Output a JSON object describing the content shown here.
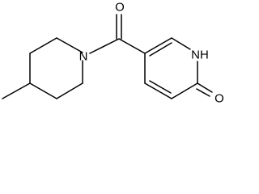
{
  "molecule": {
    "atoms": {
      "carbonyl_oxygen": "O",
      "amide_nitrogen": "N",
      "ring_nitrogen_h": "NH",
      "lactam_oxygen": "O"
    }
  }
}
